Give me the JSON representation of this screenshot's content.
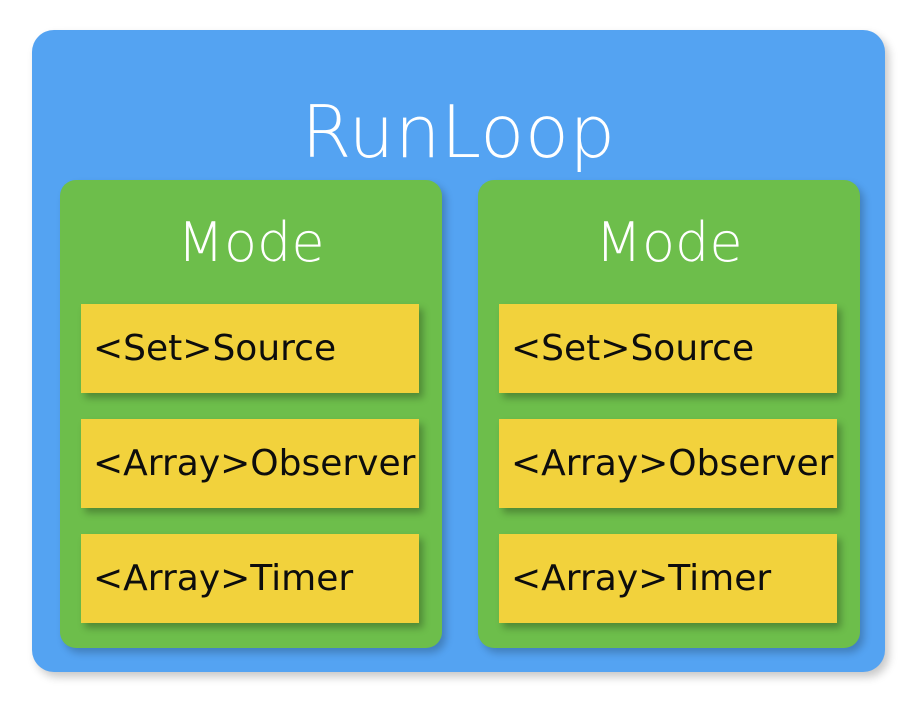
{
  "diagram": {
    "type": "nested-container-diagram",
    "background_color": "#ffffff",
    "root": {
      "title": "RunLoop",
      "fill_color": "#54a3f2",
      "title_color": "#ffffff"
    },
    "modes": [
      {
        "title": "Mode",
        "fill_color": "#6dbe4b",
        "title_color": "#ffffff",
        "items": [
          {
            "label": "<Set>Source",
            "collection": "Set",
            "element": "Source",
            "fill_color": "#f2d23c",
            "text_color": "#0d0d0d"
          },
          {
            "label": "<Array>Observer",
            "collection": "Array",
            "element": "Observer",
            "fill_color": "#f2d23c",
            "text_color": "#0d0d0d"
          },
          {
            "label": "<Array>Timer",
            "collection": "Array",
            "element": "Timer",
            "fill_color": "#f2d23c",
            "text_color": "#0d0d0d"
          }
        ]
      },
      {
        "title": "Mode",
        "fill_color": "#6dbe4b",
        "title_color": "#ffffff",
        "items": [
          {
            "label": "<Set>Source",
            "collection": "Set",
            "element": "Source",
            "fill_color": "#f2d23c",
            "text_color": "#0d0d0d"
          },
          {
            "label": "<Array>Observer",
            "collection": "Array",
            "element": "Observer",
            "fill_color": "#f2d23c",
            "text_color": "#0d0d0d"
          },
          {
            "label": "<Array>Timer",
            "collection": "Array",
            "element": "Timer",
            "fill_color": "#f2d23c",
            "text_color": "#0d0d0d"
          }
        ]
      }
    ]
  }
}
